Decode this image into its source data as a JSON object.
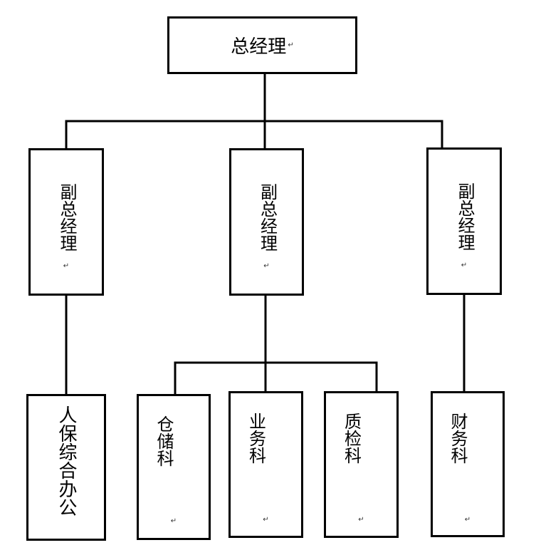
{
  "chart": {
    "top": {
      "label": "总经理"
    },
    "deputies": [
      {
        "label": "副总经理"
      },
      {
        "label": "副总经理"
      },
      {
        "label": "副总经理"
      }
    ],
    "departments": [
      {
        "label": "人保综合办公"
      },
      {
        "label": "仓储科"
      },
      {
        "label": "业务科"
      },
      {
        "label": "质检科"
      },
      {
        "label": "财务科"
      }
    ]
  },
  "paragraph_mark": "↵"
}
